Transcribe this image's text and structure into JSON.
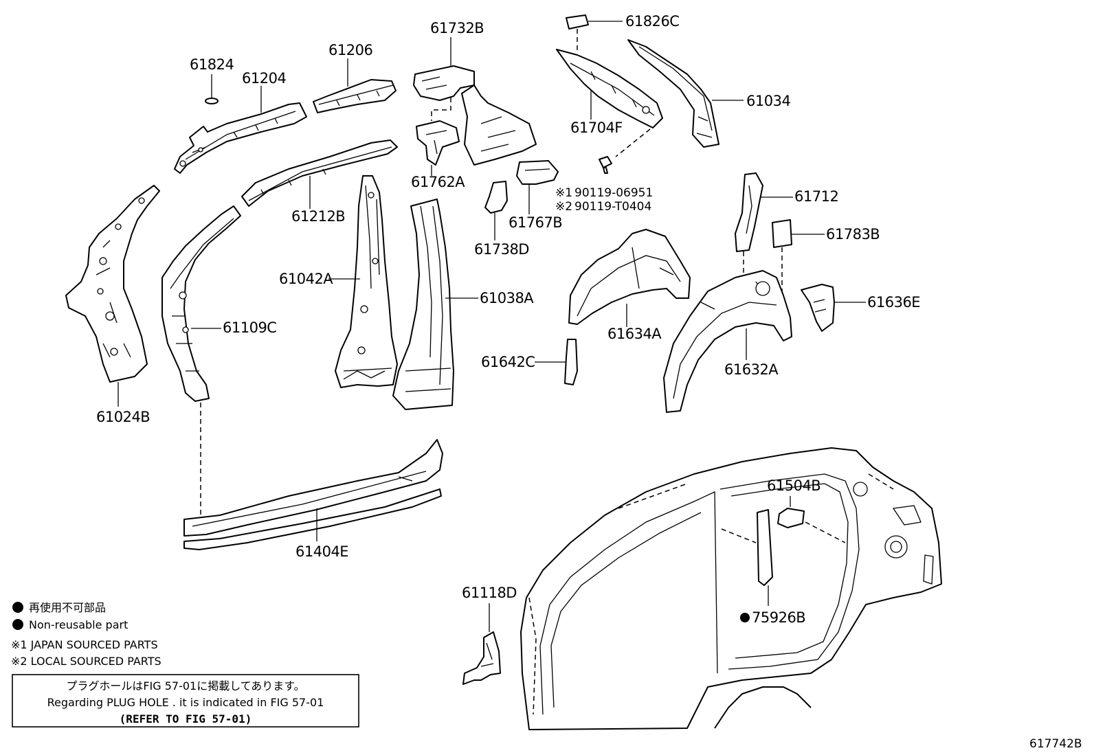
{
  "parts": [
    {
      "id": "p61824",
      "label": "61824"
    },
    {
      "id": "p61204",
      "label": "61204"
    },
    {
      "id": "p61206",
      "label": "61206"
    },
    {
      "id": "p61732B",
      "label": "61732B"
    },
    {
      "id": "p61826C",
      "label": "61826C"
    },
    {
      "id": "p61034",
      "label": "61034"
    },
    {
      "id": "p61704F",
      "label": "61704F"
    },
    {
      "id": "p61762A",
      "label": "61762A"
    },
    {
      "id": "p61212B",
      "label": "61212B"
    },
    {
      "id": "p61767B",
      "label": "61767B"
    },
    {
      "id": "p61738D",
      "label": "61738D"
    },
    {
      "id": "p61712",
      "label": "61712"
    },
    {
      "id": "p61783B",
      "label": "61783B"
    },
    {
      "id": "p61042A",
      "label": "61042A"
    },
    {
      "id": "p61038A",
      "label": "61038A"
    },
    {
      "id": "p61109C",
      "label": "61109C"
    },
    {
      "id": "p61634A",
      "label": "61634A"
    },
    {
      "id": "p61636E",
      "label": "61636E"
    },
    {
      "id": "p61642C",
      "label": "61642C"
    },
    {
      "id": "p61632A",
      "label": "61632A"
    },
    {
      "id": "p61024B",
      "label": "61024B"
    },
    {
      "id": "p61404E",
      "label": "61404E"
    },
    {
      "id": "p61504B",
      "label": "61504B"
    },
    {
      "id": "p61118D",
      "label": "61118D"
    },
    {
      "id": "p75926B",
      "label": "75926B"
    }
  ],
  "bolt_refs": {
    "mark1": "※1",
    "part1": "90119-06951",
    "mark2": "※2",
    "part2": "90119-T0404"
  },
  "legend": {
    "jp_nonreusable": "再使用不可部品",
    "nonreusable": "Non-reusable part",
    "note1": "※1 JAPAN SOURCED PARTS",
    "note2": "※2 LOCAL SOURCED PARTS"
  },
  "notice": {
    "line_jp": "プラグホールはFIG 57-01に掲載してあります。",
    "line_en": "Regarding  PLUG  HOLE . it is indicated in  FIG  57-01",
    "line_ref": "(REFER TO FIG 57-01)"
  },
  "figure_code": "617742B"
}
